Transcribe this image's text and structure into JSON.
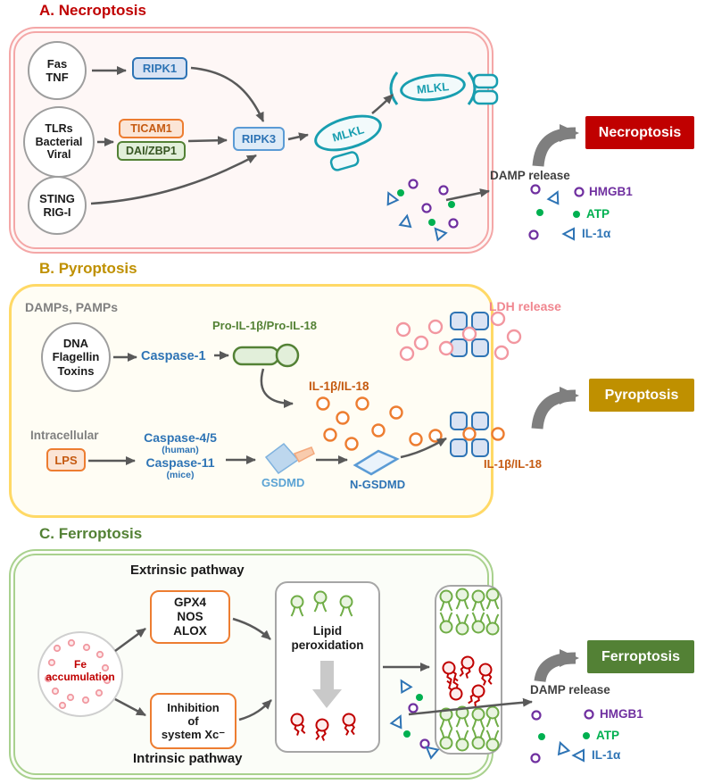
{
  "colors": {
    "necroptosis": "#c00000",
    "pyroptosis": "#bf9000",
    "ferroptosis": "#538135",
    "blue": "#2e74b5",
    "lightblue": "#5b9bd5",
    "teal": "#189eb0",
    "orange": "#ed7d31",
    "orange_text": "#c55a11",
    "purple": "#7030a0",
    "green": "#00b050",
    "pink": "#f0868f",
    "gray_text": "#808080",
    "arrow": "#595959"
  },
  "panelA": {
    "title": "A. Necroptosis",
    "receptors": {
      "r1": "Fas\nTNF",
      "r2": "TLRs\nBacterial\nViral",
      "r3": "STING\nRIG-I"
    },
    "nodes": {
      "ripk1": "RIPK1",
      "ticam1": "TICAM1",
      "dai": "DAI/ZBP1",
      "ripk3": "RIPK3",
      "mlkl": "MLKL",
      "mlkl_membrane": "MLKL"
    },
    "damp_release": "DAMP release",
    "badge": "Necroptosis",
    "legend": [
      {
        "label": "HMGB1"
      },
      {
        "label": "ATP"
      },
      {
        "label": "IL-1α"
      }
    ]
  },
  "panelB": {
    "title": "B. Pyroptosis",
    "damps_pamps": "DAMPs, PAMPs",
    "stimuli": "DNA\nFlagellin\nToxins",
    "caspase1": "Caspase-1",
    "pro_il": "Pro-IL-1β/Pro-IL-18",
    "il_mid": "IL-1β/IL-18",
    "ldh_release": "LDH release",
    "intracellular": "Intracellular",
    "lps": "LPS",
    "caspase45": "Caspase-4/5",
    "human": "(human)",
    "caspase11": "Caspase-11",
    "mice": "(mice)",
    "gsdmd": "GSDMD",
    "n_gsdmd": "N-GSDMD",
    "il_right": "IL-1β/IL-18",
    "badge": "Pyroptosis"
  },
  "panelC": {
    "title": "C. Ferroptosis",
    "extrinsic": "Extrinsic pathway",
    "intrinsic": "Intrinsic pathway",
    "fe": "Fe\naccumulation",
    "enzymes": "GPX4\nNOS\nALOX",
    "inhibition": "Inhibition\nof\nsystem Xc⁻",
    "lipid_peroxidation": "Lipid\nperoxidation",
    "damp_release": "DAMP release",
    "badge": "Ferroptosis",
    "legend": [
      {
        "label": "HMGB1"
      },
      {
        "label": "ATP"
      },
      {
        "label": "IL-1α"
      }
    ]
  }
}
